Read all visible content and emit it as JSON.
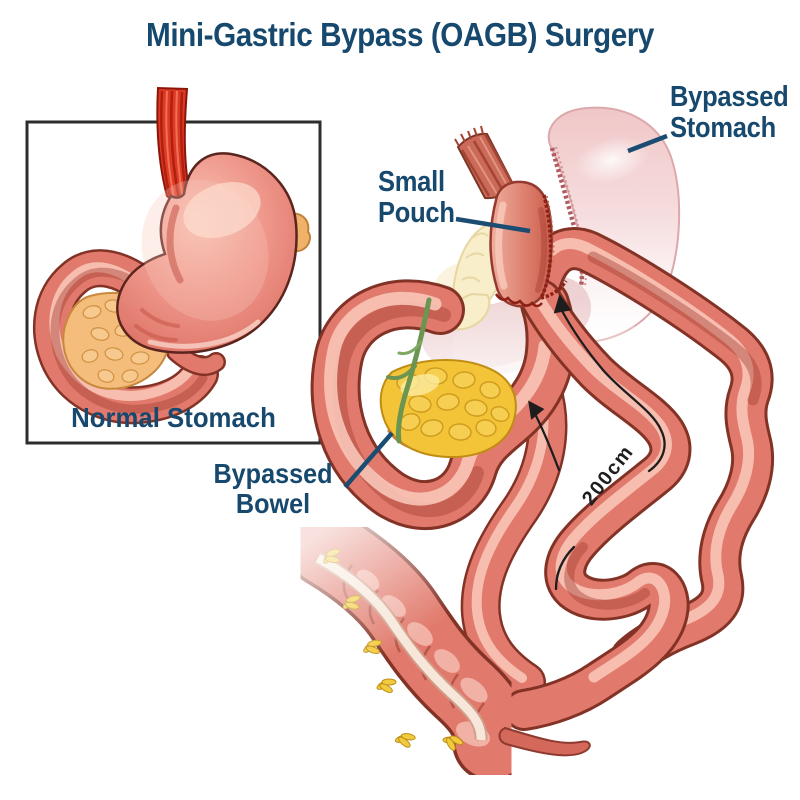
{
  "title": "Mini-Gastric Bypass (OAGB) Surgery",
  "inset": {
    "caption": "Normal Stomach"
  },
  "labels": {
    "bypassed_stomach": {
      "line1": "Bypassed",
      "line2": "Stomach"
    },
    "small_pouch": {
      "line1": "Small",
      "line2": "Pouch"
    },
    "bypassed_bowel": {
      "line1": "Bypassed",
      "line2": "Bowel"
    }
  },
  "measurement": {
    "limb_length": "200cm"
  },
  "colors": {
    "label_text": "#17486e",
    "title_text": "#17486e",
    "intestine_base": "#e17a6c",
    "intestine_outline": "#833226",
    "stomach_pale": "#f2cccd",
    "pouch_base": "#e18876",
    "esophagus_red": "#dd3a26",
    "pancreas_cream": "#f8eec9",
    "pancreas_yellow": "#f3c437",
    "bile_duct_green": "#6b9551",
    "staple_red": "#8c2015",
    "flow_arrow_black": "#1d1d1d",
    "inset_border": "#2d2d2d",
    "background": "#ffffff"
  }
}
